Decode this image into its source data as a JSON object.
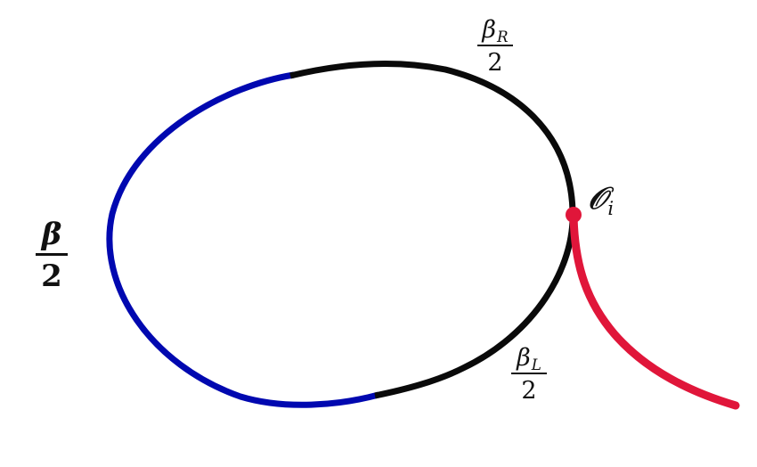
{
  "labels": {
    "beta_half": {
      "numerator": "β",
      "denominator": "2"
    },
    "beta_r_half": {
      "symbol": "β",
      "subscript": "R",
      "denominator": "2"
    },
    "beta_l_half": {
      "symbol": "β",
      "subscript": "L",
      "denominator": "2"
    },
    "vertex": {
      "symbol": "𝒪",
      "subscript": "i"
    }
  },
  "colors": {
    "blue_arc": "#0008b0",
    "black_arc": "#0a0a0a",
    "red_leg": "#e0163a"
  }
}
